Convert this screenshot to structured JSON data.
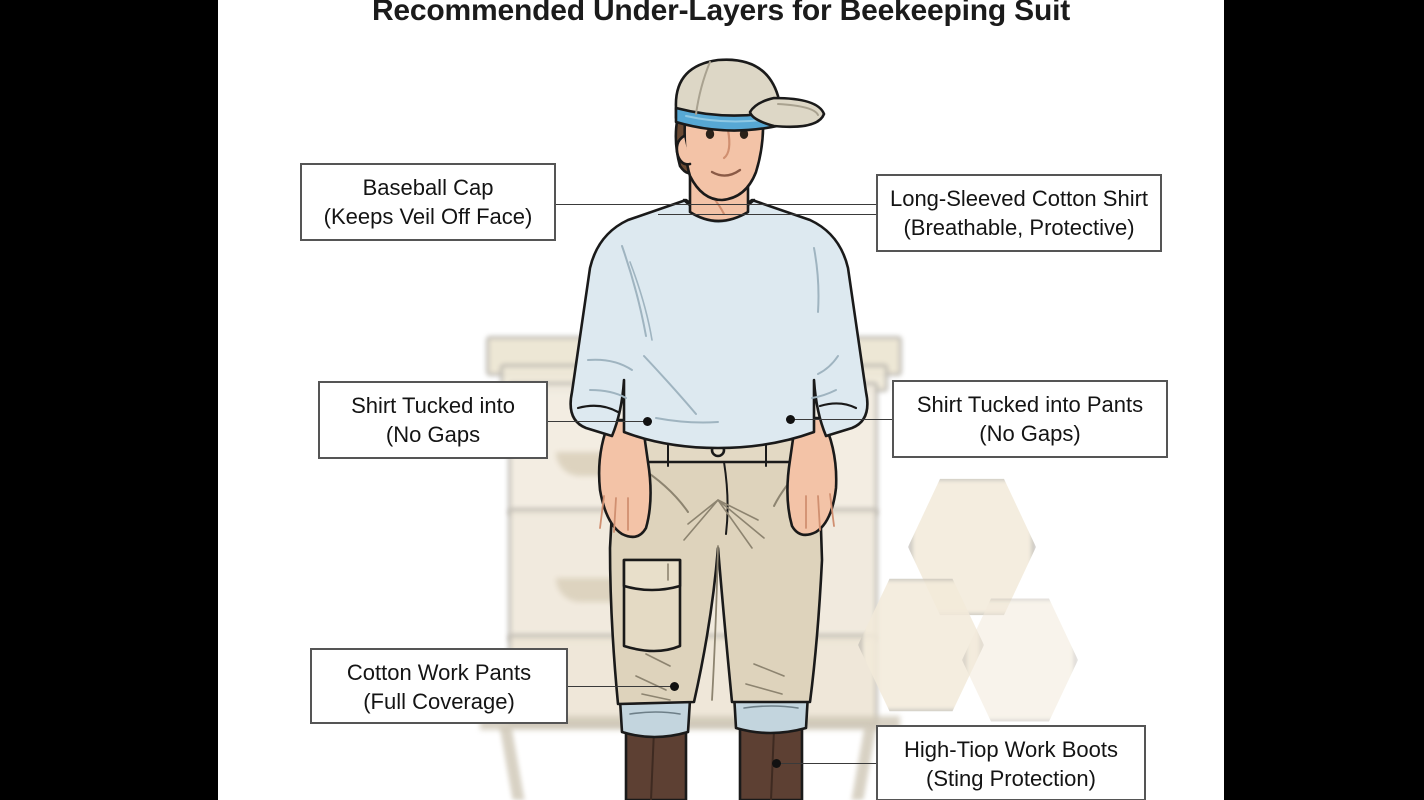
{
  "page": {
    "title": "Recommended Under-Layers for Beekeeping Suit",
    "background_color": "#ffffff",
    "letterbox_color": "#000000"
  },
  "illustration": {
    "subject": "standing-beekeeper-figure",
    "scene_items": [
      {
        "name": "beehive-stack",
        "color": "#f0ead9"
      },
      {
        "name": "hive-stand",
        "color": "#cfc7b6"
      },
      {
        "name": "honeycomb-hexagons",
        "color": "#f2eada"
      }
    ],
    "garments": [
      {
        "name": "baseball-cap",
        "color": "#ddd7c6",
        "accent_color": "#57a8d4"
      },
      {
        "name": "cotton-shirt",
        "color": "#dde9f0"
      },
      {
        "name": "work-pants",
        "color": "#ded3bc"
      },
      {
        "name": "pant-cuff",
        "color": "#c3d5de"
      },
      {
        "name": "work-boots",
        "color": "#5d4033"
      },
      {
        "name": "skin",
        "color": "#f3c3a7"
      },
      {
        "name": "hair",
        "color": "#6b4a33"
      }
    ]
  },
  "callouts": [
    {
      "id": "baseball-cap",
      "line1": "Baseball Cap",
      "line2": "(Keeps Veil Off Face)",
      "side": "left"
    },
    {
      "id": "cotton-shirt",
      "line1": "Long-Sleeved Cotton Shirt",
      "line2": "(Breathable, Protective)",
      "side": "right"
    },
    {
      "id": "shirt-tuck-left",
      "line1": "Shirt Tucked into",
      "line2": "(No Gaps",
      "side": "left"
    },
    {
      "id": "shirt-tuck-right",
      "line1": "Shirt Tucked into Pants",
      "line2": "(No Gaps)",
      "side": "right"
    },
    {
      "id": "work-pants",
      "line1": "Cotton Work Pants",
      "line2": "(Full Coverage)",
      "side": "left"
    },
    {
      "id": "work-boots",
      "line1": "High-Tiop Work Boots",
      "line2": "(Sting Protection)",
      "side": "right"
    }
  ]
}
